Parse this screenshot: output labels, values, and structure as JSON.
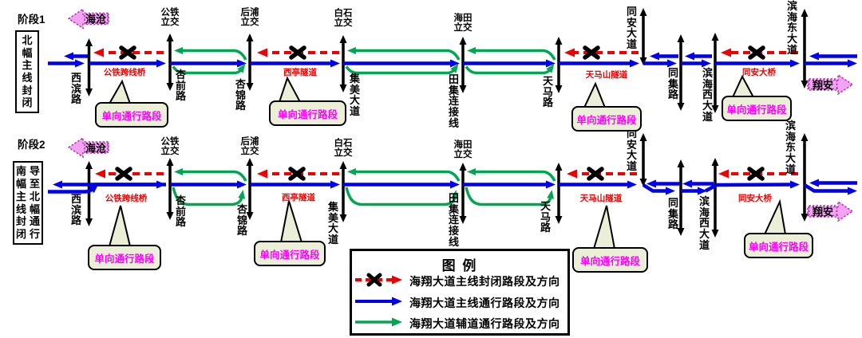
{
  "colors": {
    "closed_red": "#ee0000",
    "main_blue": "#0000ee",
    "aux_green": "#00a651",
    "magenta": "#ff00ff",
    "callout_bg": "#ecefd8",
    "endpoint_pink": "#f4a2f4",
    "endpoint_border": "#b030b0"
  },
  "stage1": {
    "title": "阶段1",
    "note": "北幅主线封闭"
  },
  "stage2": {
    "title": "阶段2",
    "note_left": "南幅主线封闭",
    "note_right": "导至北幅通行"
  },
  "endpoints": {
    "west": "海沧",
    "east": "翔安"
  },
  "junctions": {
    "xibin": "西滨路",
    "gongtie": "公铁立交",
    "xingqian": "杏前路",
    "houpu": "后浦立交",
    "xingjin": "杏锦路",
    "baishi": "白石立交",
    "jimei": "集美大道",
    "haitian": "海田立交",
    "tianji": "田集连接线",
    "tianma": "天马路",
    "tongan_dadao": "同安大道",
    "tongji": "同集路",
    "binhai_west": "滨海西大道",
    "binhai_east": "滨海东大道"
  },
  "segments": {
    "gongtie_bridge": "公铁跨线桥",
    "xiting_tunnel": "西亭隧道",
    "tianmashan_tunnel": "天马山隧道",
    "tongan_bridge": "同安大桥"
  },
  "callout": "单向通行路段",
  "legend": {
    "title": "图 例",
    "items": [
      {
        "label": "海翔大道主线封闭路段及方向",
        "type": "closed"
      },
      {
        "label": "海翔大道主线通行路段及方向",
        "type": "main"
      },
      {
        "label": "海翔大道辅道通行路段及方向",
        "type": "aux"
      }
    ]
  }
}
